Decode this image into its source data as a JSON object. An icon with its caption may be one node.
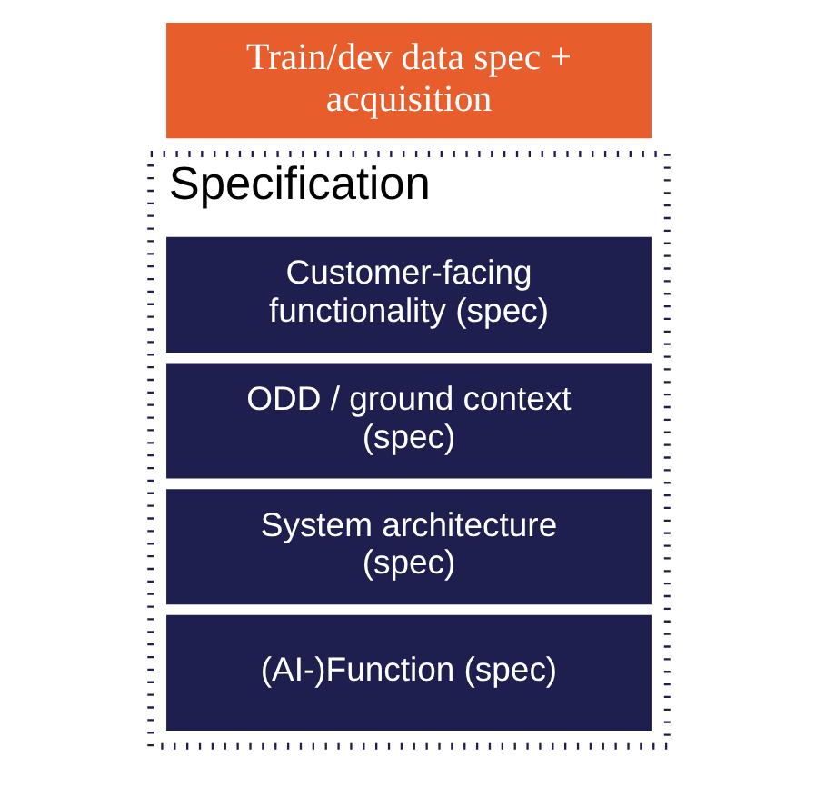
{
  "diagram": {
    "nodes": [
      {
        "text": [
          "Specification"
        ]
      },
      {
        "text": [
          "Customer-facing functionality (spec)"
        ],
        "in": 0
      },
      {
        "text": [
          "ODD / ground context (spec)"
        ],
        "in": 0
      },
      {
        "text": [
          "System architecture (spec)"
        ],
        "in": 0
      },
      {
        "text": [
          "(AI-)Function (spec)"
        ],
        "in": 0
      },
      {
        "text": [
          "Train/dev data spec + acquisition"
        ]
      }
    ],
    "edges": []
  }
}
